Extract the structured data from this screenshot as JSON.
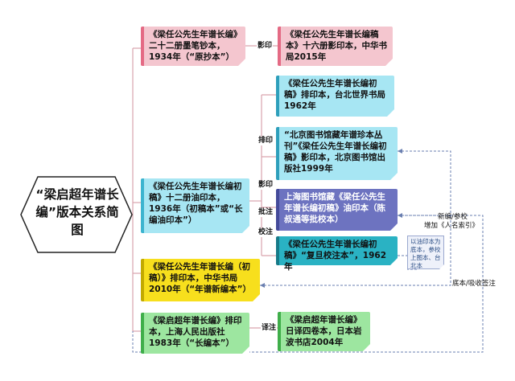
{
  "central": {
    "title": "“梁启超年谱长编”版本关系简图"
  },
  "nodes": {
    "mogao": "《梁任公先生年谱长编》二十二册墨笔钞本，1934年（“原抄本”）",
    "shiliu": "《梁任公先生年谱长编稿本》十六册影印本，中华书局2015年",
    "taipei": "《梁任公先生年谱长编初稿》排印本，台北世界书局1962年",
    "beitu": "“北京图书馆藏年谱珍本丛刊”《梁任公先生年谱长编初稿》影印本，北京图书馆出版社1999年",
    "youyin": "《梁任公先生年谱长编初稿》十二册油印本，1936年（初稿本”或“长编油印本”）",
    "shanghai": "上海图书馆藏《梁任公先生年谱长编初稿》油印本（陈叔通等批校本）",
    "fudan": "《梁任公先生年谱长编初稿》“复旦校注本”，1962年",
    "zhonghua": "《梁任公先生年谱长编（初稿）》排印本，中华书局2010年（“年谱新编本”）",
    "renmin": "《梁启超年谱长编》排印本，上海人民出版社1983年（“长编本”）",
    "iwanami": "《梁启超年谱长编》日译四卷本，日本岩波书店2004年"
  },
  "edge_labels": {
    "yingyin_top": "影印",
    "paiyin": "排印",
    "yingyin_mid": "影印",
    "pizhu": "批注",
    "jiaozhu": "校注",
    "yizhu": "译注"
  },
  "side_labels": {
    "xinbian": "新编/参校",
    "zengjia": "增加《人名索引》",
    "diben": "底本/吸收签注"
  },
  "note": "以油印本为底本，参校上图本、台北本"
}
